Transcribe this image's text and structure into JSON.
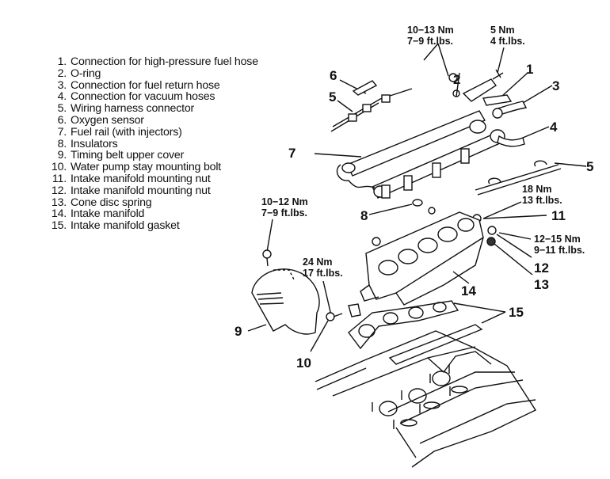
{
  "legend": [
    {
      "num": "1.",
      "text": "Connection for high-pressure fuel hose"
    },
    {
      "num": "2.",
      "text": "O-ring"
    },
    {
      "num": "3.",
      "text": "Connection for fuel return hose"
    },
    {
      "num": "4.",
      "text": "Connection for vacuum hoses"
    },
    {
      "num": "5.",
      "text": "Wiring harness connector"
    },
    {
      "num": "6.",
      "text": "Oxygen sensor"
    },
    {
      "num": "7.",
      "text": "Fuel rail (with injectors)"
    },
    {
      "num": "8.",
      "text": "Insulators"
    },
    {
      "num": "9.",
      "text": "Timing belt upper cover"
    },
    {
      "num": "10.",
      "text": "Water pump stay mounting bolt"
    },
    {
      "num": "11.",
      "text": "Intake manifold mounting nut"
    },
    {
      "num": "12.",
      "text": "Intake manifold mounting nut"
    },
    {
      "num": "13.",
      "text": "Cone disc spring"
    },
    {
      "num": "14.",
      "text": "Intake manifold"
    },
    {
      "num": "15.",
      "text": "Intake manifold gasket"
    }
  ],
  "callouts": {
    "c1": "1",
    "c2": "2",
    "c3": "3",
    "c4": "4",
    "c5a": "5",
    "c5b": "5",
    "c6": "6",
    "c7": "7",
    "c8": "8",
    "c9": "9",
    "c10": "10",
    "c11": "11",
    "c12": "12",
    "c13": "13",
    "c14": "14",
    "c15": "15"
  },
  "torque_specs": {
    "t_rail_bolt": {
      "nm": "10−13 Nm",
      "ftlbs": "7−9 ft.lbs."
    },
    "t_regulator": {
      "nm": "5 Nm",
      "ftlbs": "4 ft.lbs."
    },
    "t_nut_11": {
      "nm": "18 Nm",
      "ftlbs": "13 ft.lbs."
    },
    "t_nut_12": {
      "nm": "12−15 Nm",
      "ftlbs": "9−11 ft.lbs."
    },
    "t_cover_bolt": {
      "nm": "10−12 Nm",
      "ftlbs": "7−9 ft.lbs."
    },
    "t_stay_bolt": {
      "nm": "24 Nm",
      "ftlbs": "17 ft.lbs."
    }
  }
}
